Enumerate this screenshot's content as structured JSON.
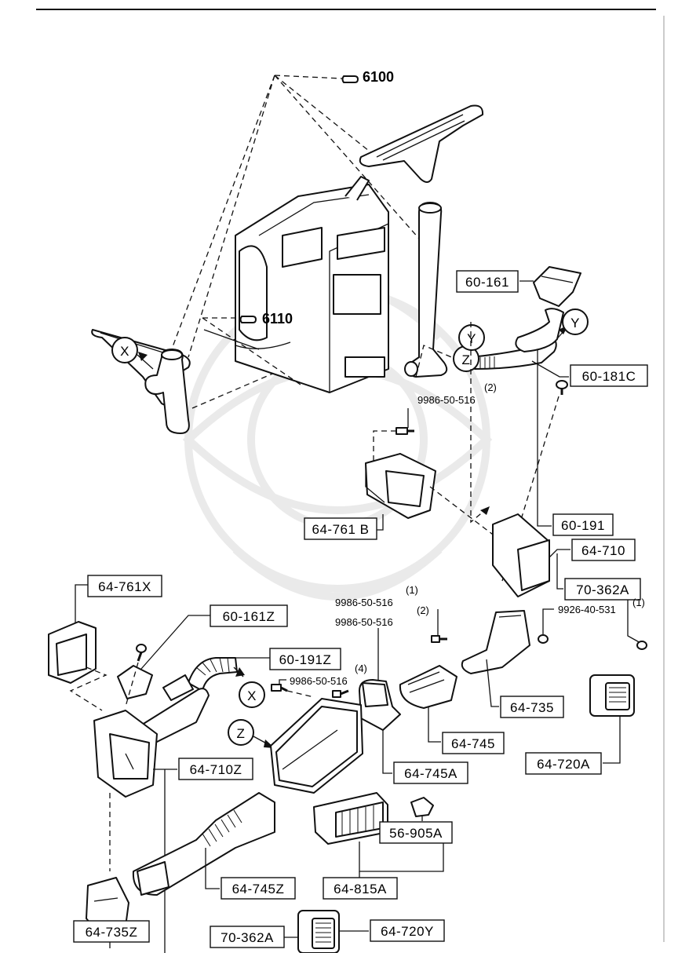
{
  "references": {
    "upper": "6100",
    "lower": "6110"
  },
  "callouts": {
    "x_upper": "X",
    "x_lower": "X",
    "y_upper": "Y",
    "y_lower": "Y",
    "z_upper": "Z",
    "z_lower": "Z"
  },
  "parts": {
    "p_60_181C": "60-181C",
    "p_60_161": "60-161",
    "p_60_191": "60-191",
    "p_64_761B": "64-761 B",
    "p_64_710": "64-710",
    "p_70_362A_right": "70-362A",
    "p_64_761X": "64-761X",
    "p_60_161Z": "60-161Z",
    "p_60_191Z": "60-191Z",
    "p_64_735": "64-735",
    "p_64_745": "64-745",
    "p_64_745A": "64-745A",
    "p_64_720A": "64-720A",
    "p_64_710Z": "64-710Z",
    "p_56_905A": "56-905A",
    "p_64_745Z": "64-745Z",
    "p_64_815A": "64-815A",
    "p_64_720Y": "64-720Y",
    "p_64_735Z": "64-735Z",
    "p_70_362A_bottom": "70-362A"
  },
  "bolts": {
    "b1_text": "9986-50-516",
    "b1_qty": "(2)",
    "b2_text": "9986-50-516",
    "b2_qty": "(1)",
    "b3_text": "9986-50-516",
    "b3_qty": "(2)",
    "b4_text": "9926-40-531",
    "b4_qty": "(1)",
    "b5_text": "9986-50-516",
    "b5_qty": "(4)"
  }
}
